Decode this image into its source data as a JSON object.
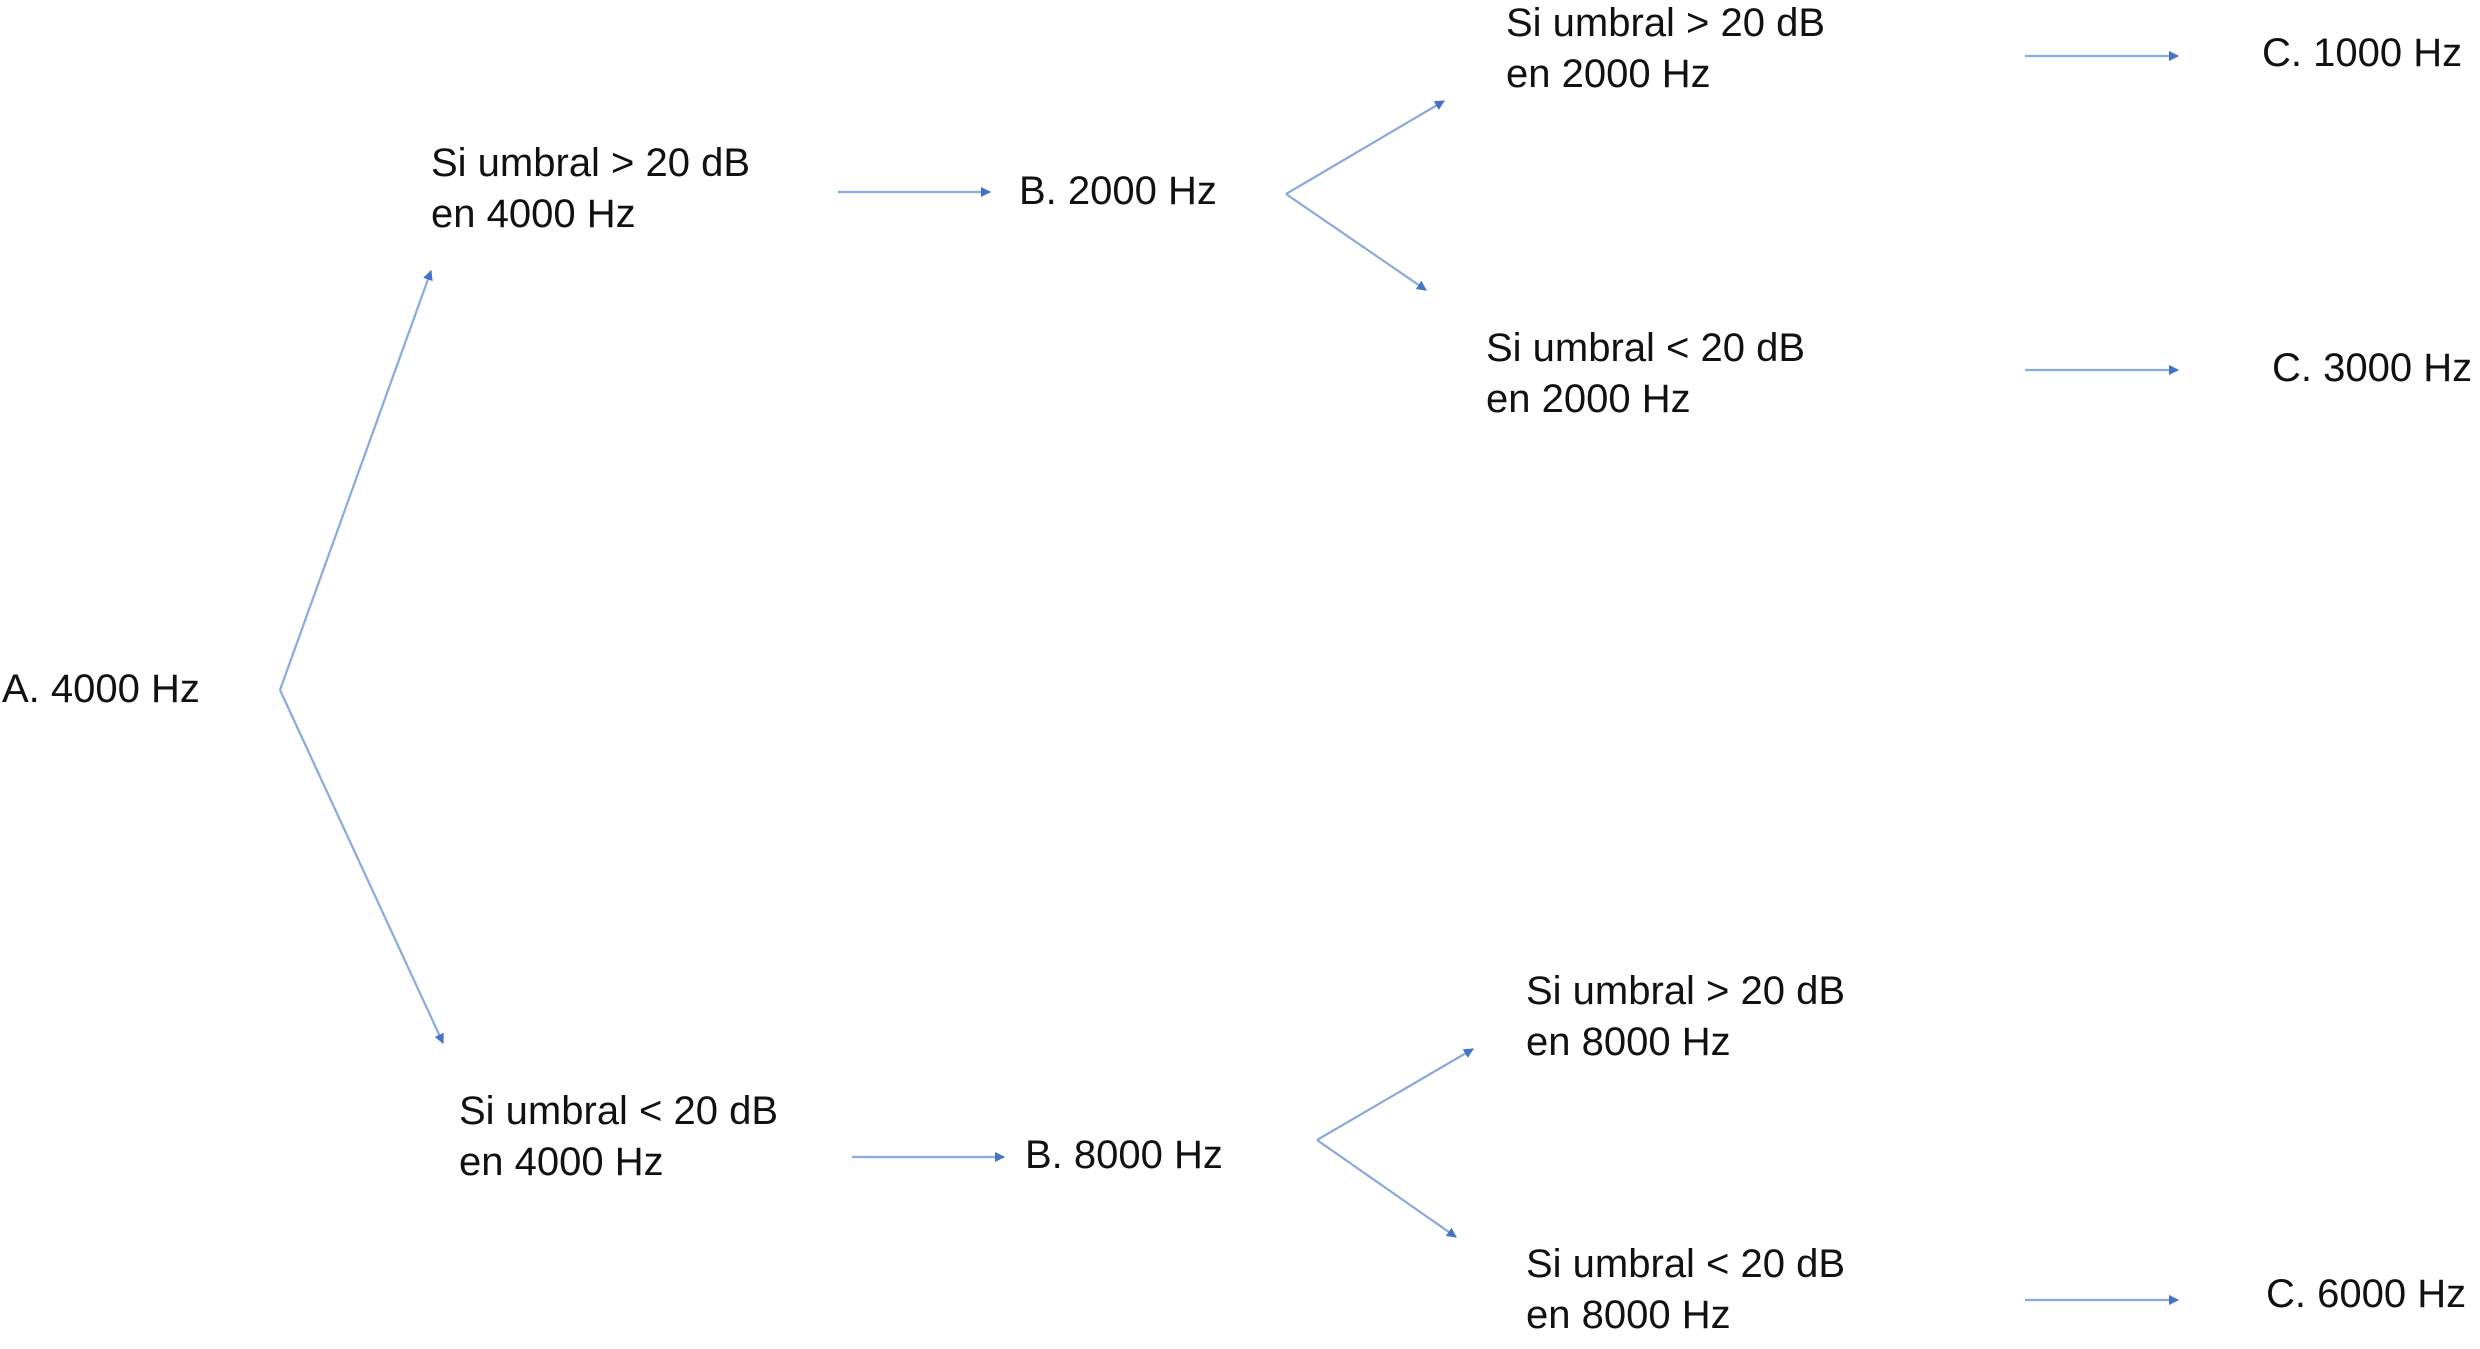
{
  "diagram": {
    "root": "A. 4000 Hz",
    "upper": {
      "condition": [
        "Si umbral > 20 dB",
        "en 4000 Hz"
      ],
      "next": "B. 2000 Hz",
      "branch_gt": [
        "Si umbral > 20 dB",
        "en 2000 Hz"
      ],
      "branch_gt_result": "C. 1000 Hz",
      "branch_lt": [
        "Si umbral < 20 dB",
        "en 2000 Hz"
      ],
      "branch_lt_result": "C. 3000 Hz"
    },
    "lower": {
      "condition": [
        "Si umbral < 20 dB",
        "en 4000 Hz"
      ],
      "next": "B. 8000 Hz",
      "branch_gt": [
        "Si umbral > 20 dB",
        "en 8000 Hz"
      ],
      "branch_lt": [
        "Si umbral < 20 dB",
        "en 8000 Hz"
      ],
      "branch_lt_result": "C. 6000 Hz"
    }
  },
  "colors": {
    "connector": "#8aa9dc",
    "arrowhead": "#4472c4"
  }
}
